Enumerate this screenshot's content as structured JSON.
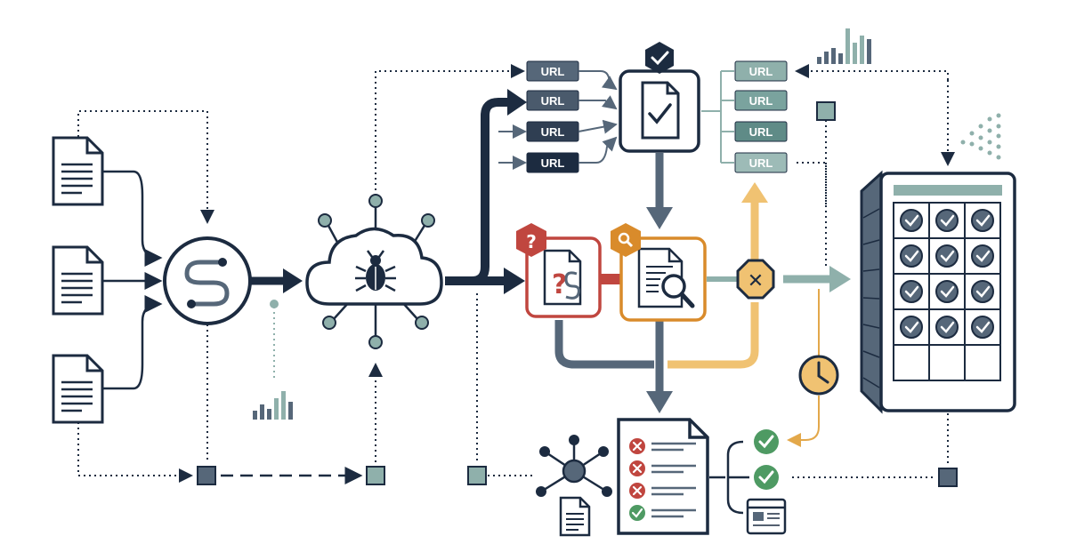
{
  "url_queue": {
    "items": [
      {
        "label": "URL",
        "color": "#566779"
      },
      {
        "label": "URL",
        "color": "#4a5a6c"
      },
      {
        "label": "URL",
        "color": "#2f3e52"
      },
      {
        "label": "URL",
        "color": "#1c2b40"
      }
    ]
  },
  "url_results": {
    "items": [
      {
        "label": "URL",
        "color": "#8fb0ab"
      },
      {
        "label": "URL",
        "color": "#7aa39e"
      },
      {
        "label": "URL",
        "color": "#5f8b87"
      },
      {
        "label": "URL",
        "color": "#9dbbb7"
      }
    ]
  },
  "badges": {
    "question": "?",
    "question_doc": "?",
    "blocked": "✕"
  },
  "colors": {
    "navy": "#1c2b40",
    "slate": "#566779",
    "red": "#c0463f",
    "orange": "#d98b2b",
    "amber": "#f0c272",
    "teal": "#8fb0ab",
    "green": "#4e9a63",
    "bg": "#ffffff"
  }
}
